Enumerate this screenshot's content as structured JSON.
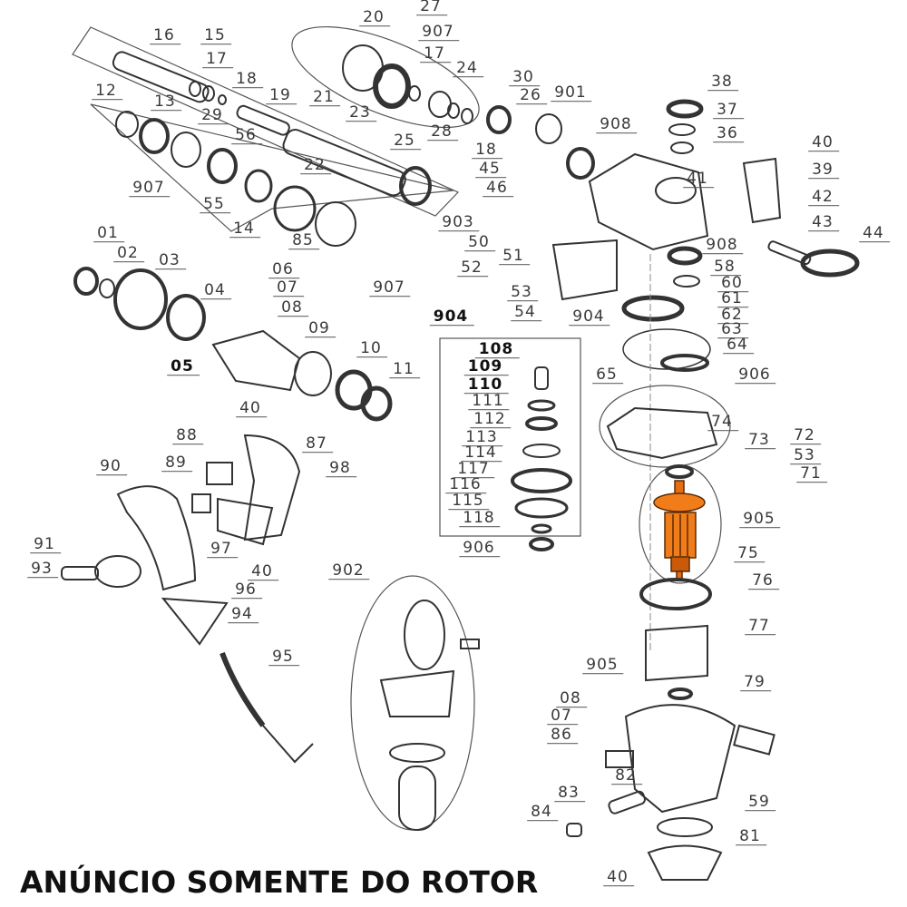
{
  "diagram": {
    "footer_text": "ANÚNCIO SOMENTE DO ROTOR",
    "highlight_part": "rotor",
    "highlight_color": "#f07d1a",
    "labels": [
      "16",
      "15",
      "17",
      "18",
      "19",
      "12",
      "13",
      "29",
      "56",
      "907",
      "55",
      "14",
      "22",
      "85",
      "20",
      "27",
      "907",
      "17",
      "24",
      "21",
      "23",
      "25",
      "28",
      "30",
      "26",
      "901",
      "908",
      "18",
      "45",
      "46",
      "903",
      "50",
      "51",
      "52",
      "53",
      "54",
      "38",
      "37",
      "36",
      "40",
      "39",
      "41",
      "42",
      "43",
      "44",
      "908",
      "58",
      "60",
      "61",
      "62",
      "63",
      "64",
      "904",
      "65",
      "906",
      "74",
      "73",
      "72",
      "53",
      "71",
      "905",
      "75",
      "76",
      "77",
      "905",
      "79",
      "08",
      "07",
      "86",
      "82",
      "83",
      "84",
      "59",
      "81",
      "40",
      "01",
      "02",
      "03",
      "04",
      "06",
      "07",
      "08",
      "907",
      "09",
      "10",
      "11",
      "05",
      "904",
      "108",
      "109",
      "110",
      "111",
      "112",
      "113",
      "114",
      "117",
      "116",
      "115",
      "118",
      "906",
      "40",
      "88",
      "87",
      "98",
      "89",
      "90",
      "97",
      "40",
      "96",
      "91",
      "93",
      "94",
      "95",
      "902"
    ]
  }
}
